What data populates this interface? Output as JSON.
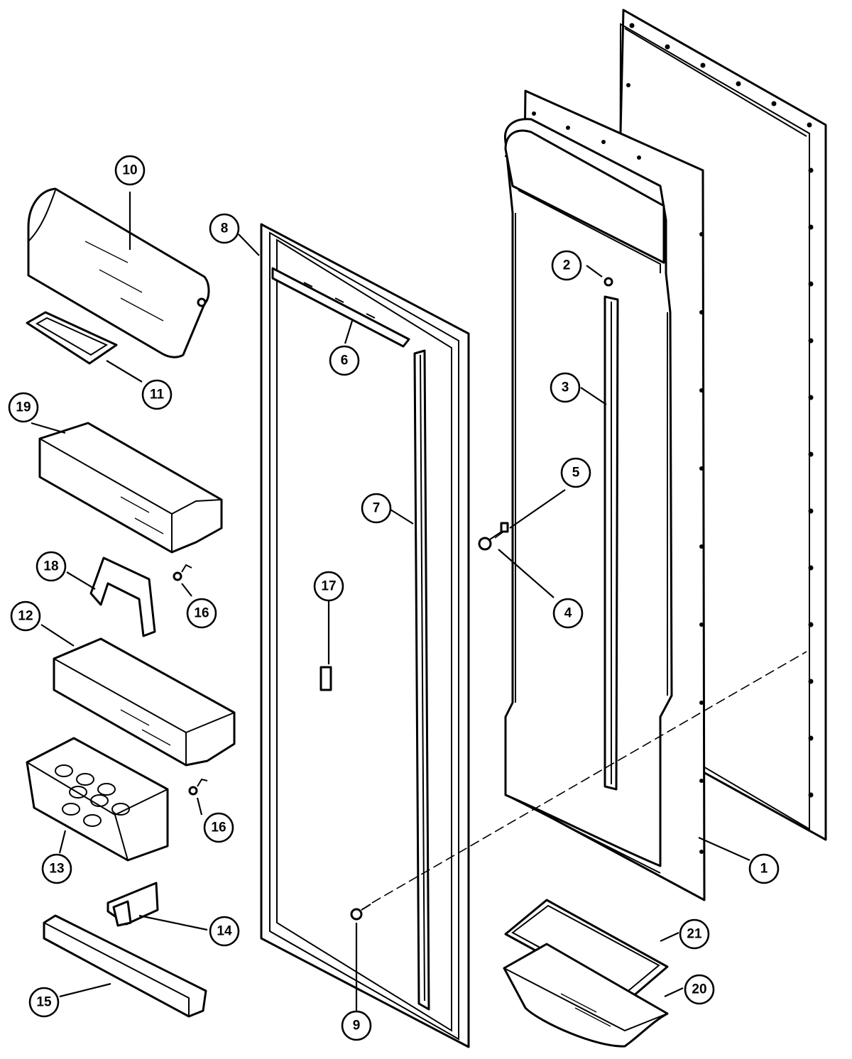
{
  "callouts": [
    {
      "id": "1",
      "label": "1"
    },
    {
      "id": "2",
      "label": "2"
    },
    {
      "id": "3",
      "label": "3"
    },
    {
      "id": "4",
      "label": "4"
    },
    {
      "id": "5",
      "label": "5"
    },
    {
      "id": "6",
      "label": "6"
    },
    {
      "id": "7",
      "label": "7"
    },
    {
      "id": "8",
      "label": "8"
    },
    {
      "id": "9",
      "label": "9"
    },
    {
      "id": "10",
      "label": "10"
    },
    {
      "id": "11",
      "label": "11"
    },
    {
      "id": "12",
      "label": "12"
    },
    {
      "id": "13",
      "label": "13"
    },
    {
      "id": "14",
      "label": "14"
    },
    {
      "id": "15",
      "label": "15"
    },
    {
      "id": "16a",
      "label": "16"
    },
    {
      "id": "16b",
      "label": "16"
    },
    {
      "id": "17",
      "label": "17"
    },
    {
      "id": "18",
      "label": "18"
    },
    {
      "id": "19",
      "label": "19"
    },
    {
      "id": "20",
      "label": "20"
    },
    {
      "id": "21",
      "label": "21"
    }
  ],
  "colors": {
    "ink": "#000000",
    "paper": "#ffffff"
  }
}
